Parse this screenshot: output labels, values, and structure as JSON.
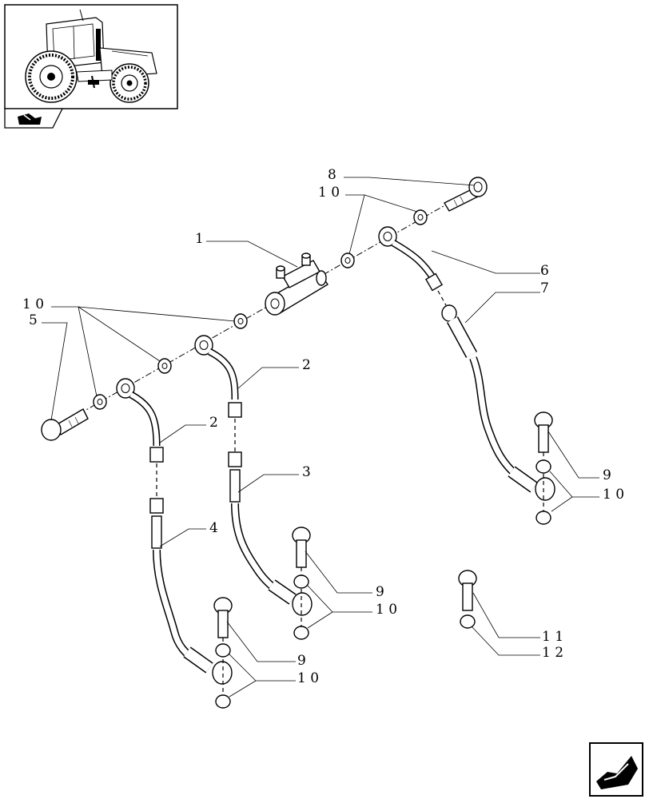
{
  "callouts": {
    "c1": "1",
    "c2a": "2",
    "c2b": "2",
    "c3": "3",
    "c4": "4",
    "c5": "5",
    "c6": "6",
    "c7": "7",
    "c8": "8",
    "c9a": "9",
    "c9b": "9",
    "c9c": "9",
    "c10a": "1 0",
    "c10b": "1 0",
    "c10c": "1 0",
    "c10d": "1 0",
    "c10e": "1 0",
    "c11": "1 1",
    "c12": "1 2"
  },
  "icons": {
    "thumbnail": "tractor-thumbnail-icon",
    "section": "section-symbol-icon",
    "nav": "next-page-arrow-icon"
  }
}
